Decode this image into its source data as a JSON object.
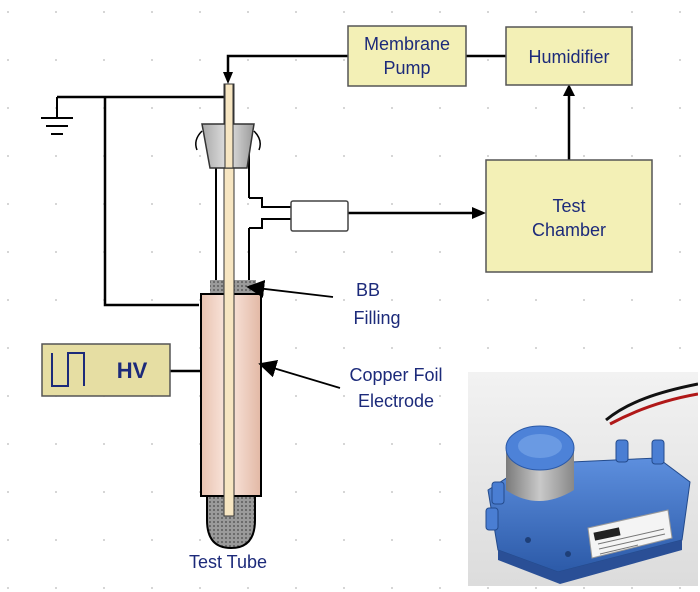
{
  "blocks": {
    "membrane_pump": [
      "Membrane",
      "Pump"
    ],
    "humidifier": "Humidifier",
    "test_chamber": [
      "Test",
      "Chamber"
    ],
    "hv": "HV"
  },
  "labels": {
    "bb_filling": [
      "BB",
      "Filling"
    ],
    "copper_foil": [
      "Copper Foil",
      "Electrode"
    ],
    "test_tube": "Test Tube"
  },
  "colors": {
    "block_fill": "#f3f0b6",
    "hv_fill": "#e6dea3",
    "label_text": "#1c2a7a",
    "tube_fill": "#f5dcd0",
    "stopper_fill": "#cfcfcf"
  },
  "photo": {
    "subject": "membrane pump photograph",
    "body_color": "#3e73c6",
    "motor_color": "#9e9e9e"
  }
}
